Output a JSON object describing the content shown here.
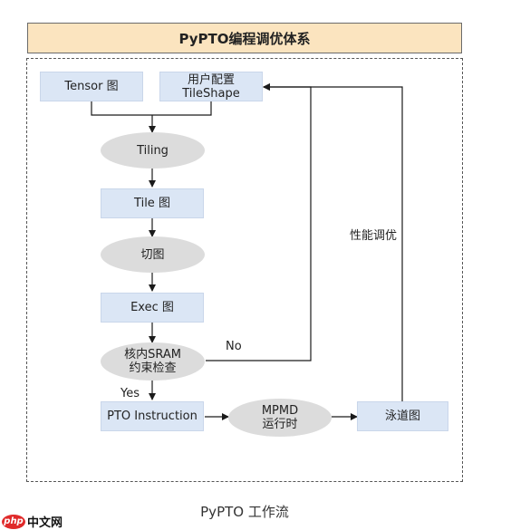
{
  "title": "PyPTO编程调优体系",
  "caption": "PyPTO 工作流",
  "nodes": {
    "tensor_graph": "Tensor 图",
    "user_config": "用户配置\nTileShape",
    "tiling": "Tiling",
    "tile_graph": "Tile 图",
    "cut_graph": "切图",
    "exec_graph": "Exec 图",
    "sram_check": "核内SRAM\n约束检查",
    "pto_instruction": "PTO Instruction",
    "mpmd_runtime": "MPMD\n运行时",
    "lane_graph": "泳道图"
  },
  "edge_labels": {
    "no": "No",
    "yes": "Yes",
    "perf_tuning": "性能调优"
  },
  "watermark": {
    "badge": "php",
    "text": "中文网"
  },
  "colors": {
    "title_fill": "#fbe4bf",
    "rect_fill": "#dbe6f5",
    "ellipse_fill": "#dcdcdc",
    "line": "#1a1a1a"
  }
}
